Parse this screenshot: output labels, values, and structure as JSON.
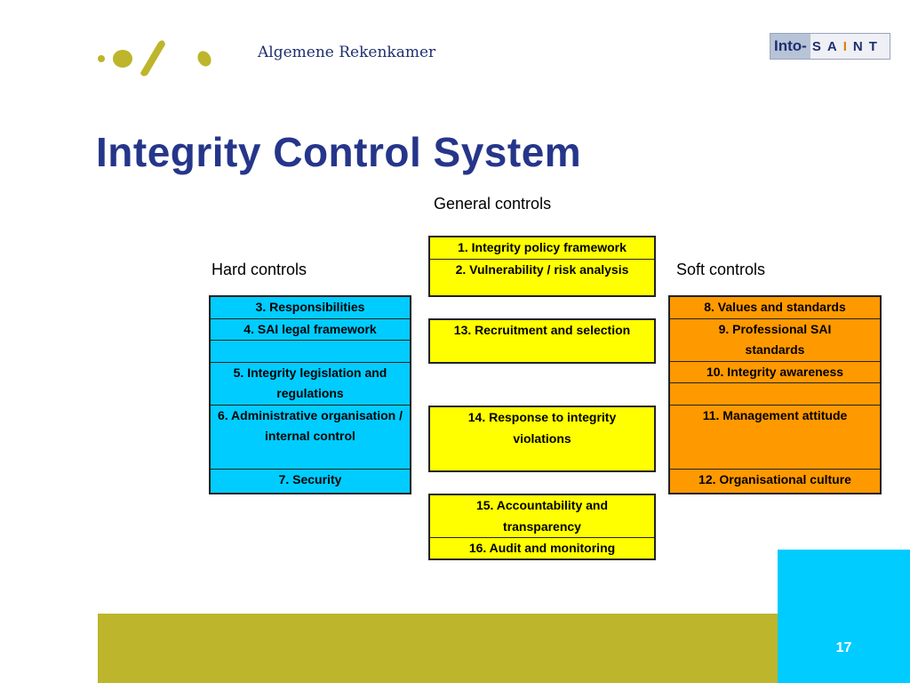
{
  "header": {
    "org_name": "Algemene Rekenkamer",
    "partner_logo": {
      "into": "Into-",
      "saint_letters": [
        "S",
        "A",
        "I",
        "N",
        "T"
      ]
    }
  },
  "title": "Integrity Control System",
  "headings": {
    "general": "General controls",
    "hard": "Hard controls",
    "soft": "Soft controls"
  },
  "colors": {
    "title": "#25368a",
    "hard": "#00ccff",
    "general": "#ffff00",
    "soft": "#ff9900",
    "footer_band": "#bdb52b",
    "footer_block": "#00ccff"
  },
  "hard_controls": [
    "3. Responsibilities",
    "4. SAI legal framework",
    "",
    "5. Integrity legislation and regulations",
    "6. Administrative organisation / internal control",
    "7. Security"
  ],
  "general_controls": {
    "group1": [
      "1. Integrity policy framework",
      "2. Vulnerability / risk analysis"
    ],
    "group2": [
      "13. Recruitment and selection"
    ],
    "group3": [
      "14. Response to integrity violations"
    ],
    "group4": [
      "15. Accountability and transparency",
      "16. Audit and monitoring"
    ]
  },
  "soft_controls": [
    "8. Values and standards",
    "9. Professional SAI standards",
    "10. Integrity awareness",
    "",
    "11. Management attitude",
    "",
    "12. Organisational culture"
  ],
  "page_number": "17"
}
